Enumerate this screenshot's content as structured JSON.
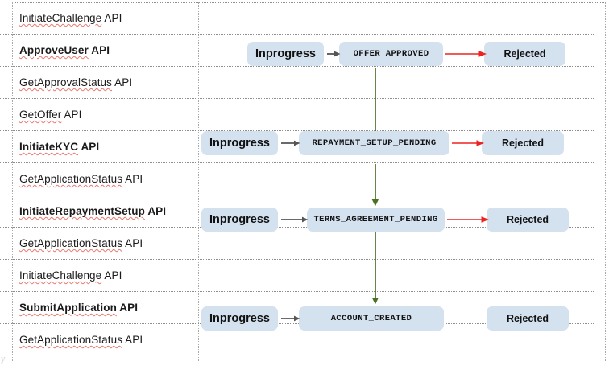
{
  "colors": {
    "node_fill": "#d4e1ef",
    "arrow_gray": "#555555",
    "arrow_red": "#ee2222",
    "arrow_green": "#4a7023",
    "grid_dotted": "#8d8d8d",
    "spellcheck_underline": "#e8776f"
  },
  "rows": [
    {
      "label": "InitiateChallenge API",
      "bold": false,
      "has_flow": false
    },
    {
      "label": "ApproveUser API",
      "bold": true,
      "has_flow": true,
      "inprogress": "Inprogress",
      "state": "OFFER_APPROVED",
      "rejected": "Rejected",
      "has_reject_arrow": true
    },
    {
      "label": "GetApprovalStatus API",
      "bold": false,
      "has_flow": false
    },
    {
      "label": "GetOffer API",
      "bold": false,
      "has_flow": false
    },
    {
      "label": "InitiateKYC API",
      "bold": true,
      "has_flow": true,
      "inprogress": "Inprogress",
      "state": "REPAYMENT_SETUP_PENDING",
      "rejected": "Rejected",
      "has_reject_arrow": true
    },
    {
      "label": "GetApplicationStatus API",
      "bold": false,
      "has_flow": false
    },
    {
      "label": "InitiateRepaymentSetup API",
      "bold": true,
      "has_flow": true,
      "inprogress": "Inprogress",
      "state": "TERMS_AGREEMENT_PENDING",
      "rejected": "Rejected",
      "has_reject_arrow": true
    },
    {
      "label": "GetApplicationStatus API",
      "bold": false,
      "has_flow": false
    },
    {
      "label": "InitiateChallenge API",
      "bold": false,
      "has_flow": false
    },
    {
      "label": "SubmitApplication API",
      "bold": true,
      "has_flow": true,
      "inprogress": "Inprogress",
      "state": "ACCOUNT_CREATED",
      "rejected": "Rejected",
      "has_reject_arrow": false
    },
    {
      "label": "GetApplicationStatus API",
      "bold": false,
      "has_flow": false
    }
  ],
  "flow_sequence": [
    "OFFER_APPROVED",
    "REPAYMENT_SETUP_PENDING",
    "TERMS_AGREEMENT_PENDING",
    "ACCOUNT_CREATED"
  ],
  "artifact": {
    "glyph": "y"
  }
}
